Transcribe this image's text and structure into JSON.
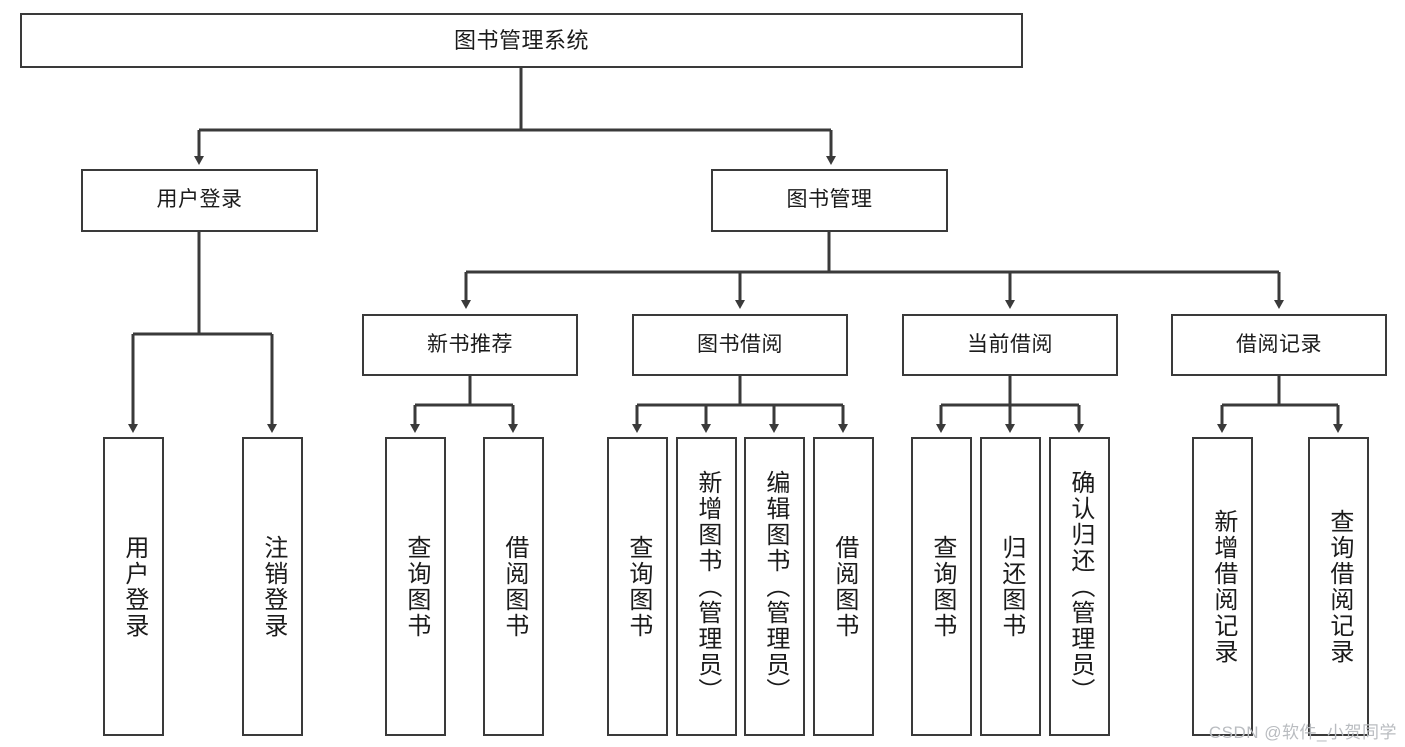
{
  "diagram": {
    "title": "图书管理系统",
    "type": "function-hierarchy-tree",
    "stroke_color": "#3a3a3a",
    "background_color": "#ffffff",
    "nodes": {
      "root": {
        "label": "图书管理系统"
      },
      "level2": [
        {
          "label": "用户登录"
        },
        {
          "label": "图书管理"
        }
      ],
      "level3": [
        {
          "label": "新书推荐"
        },
        {
          "label": "图书借阅"
        },
        {
          "label": "当前借阅"
        },
        {
          "label": "借阅记录"
        }
      ],
      "leaves": {
        "user_login": [
          {
            "label": "用户登录"
          },
          {
            "label": "注销登录"
          }
        ],
        "new_book_recommend": [
          {
            "label": "查询图书"
          },
          {
            "label": "借阅图书"
          }
        ],
        "book_borrow": [
          {
            "label": "查询图书"
          },
          {
            "label": "新增图书（管理员）"
          },
          {
            "label": "编辑图书（管理员）"
          },
          {
            "label": "借阅图书"
          }
        ],
        "current_borrow": [
          {
            "label": "查询图书"
          },
          {
            "label": "归还图书"
          },
          {
            "label": "确认归还（管理员）"
          }
        ],
        "borrow_record": [
          {
            "label": "新增借阅记录"
          },
          {
            "label": "查询借阅记录"
          }
        ]
      }
    }
  },
  "watermark": {
    "text": "CSDN @软件_小贺同学"
  }
}
